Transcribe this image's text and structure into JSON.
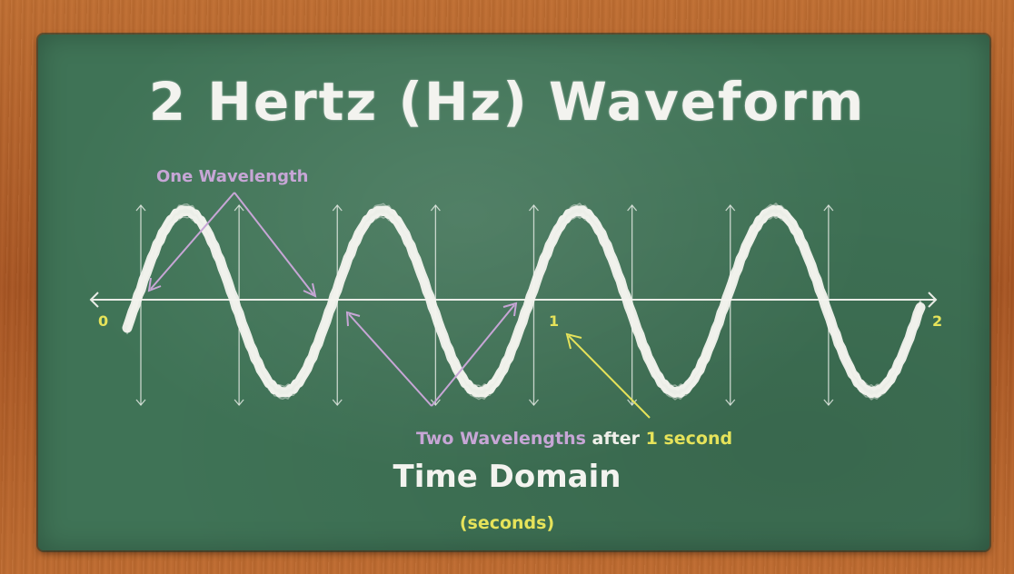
{
  "title": "2 Hertz (Hz) Waveform",
  "annotations": {
    "one_wavelength": "One Wavelength",
    "two_wavelengths": "Two Wavelengths",
    "after": "after",
    "one_second": "1 second"
  },
  "axis": {
    "tick_0": "0",
    "tick_1": "1",
    "tick_2": "2",
    "title": "Time Domain",
    "unit": "(seconds)"
  },
  "colors": {
    "board": "#3f7356",
    "frame": "#b5652a",
    "chalk_white": "#f3f3ef",
    "chalk_purple": "#c7a6d6",
    "chalk_yellow": "#e6e35a"
  },
  "wave": {
    "frequency_hz": 2,
    "cycles_shown": 4,
    "duration_seconds": 2
  }
}
